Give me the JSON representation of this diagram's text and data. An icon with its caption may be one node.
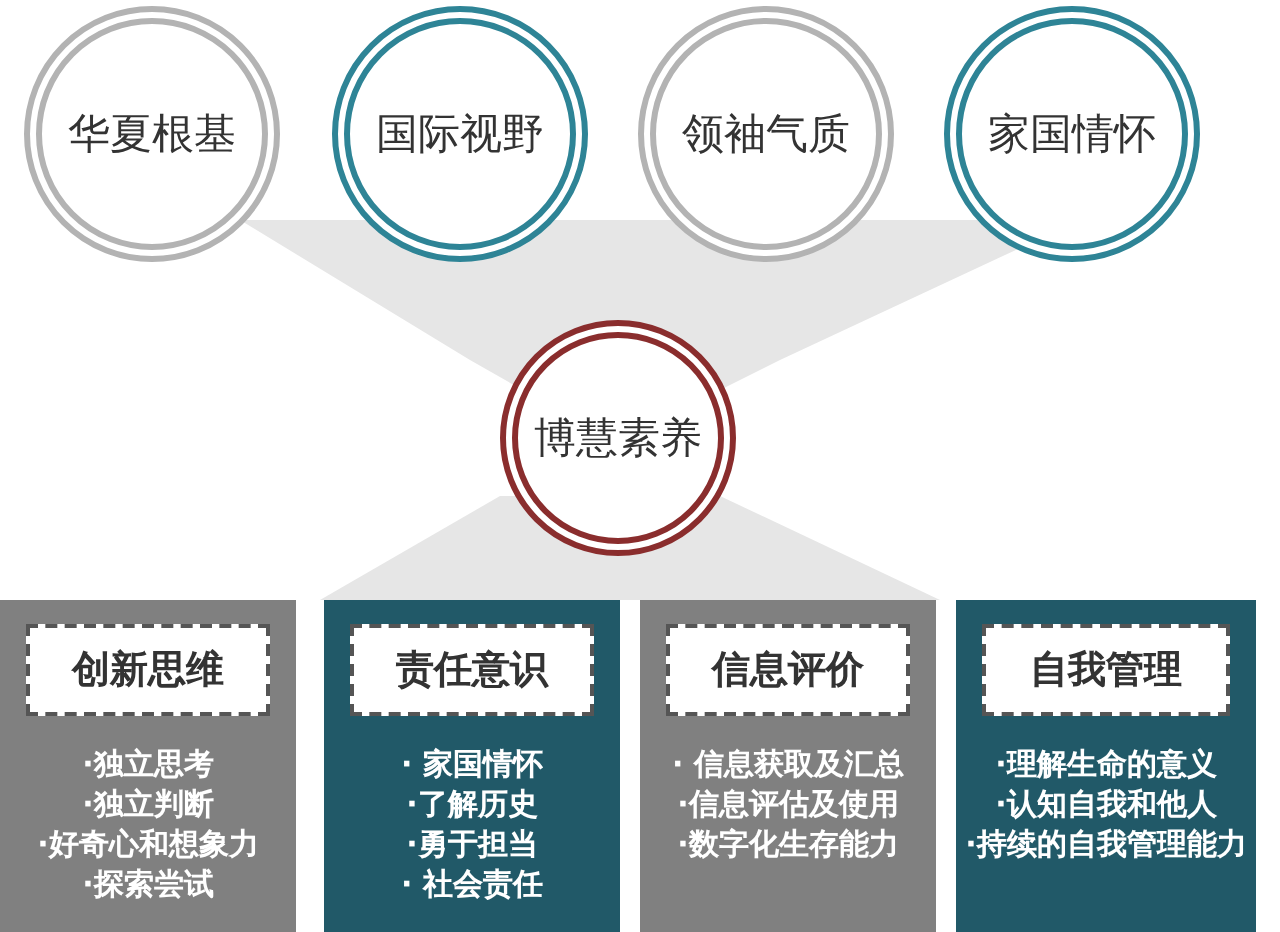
{
  "diagram": {
    "nodes": [
      {
        "text": [
          "华夏根基"
        ]
      },
      {
        "text": [
          "国际视野"
        ]
      },
      {
        "text": [
          "领袖气质"
        ]
      },
      {
        "text": [
          "家国情怀"
        ]
      },
      {
        "text": [
          "博慧素养"
        ]
      },
      {
        "text": [
          "·独立思考",
          "·独立判断",
          "·好奇心和想象力",
          "·探索尝试"
        ]
      },
      {
        "text": [
          "创新思维"
        ],
        "in": 5
      },
      {
        "text": [
          "· 家国情怀",
          "·了解历史",
          "·勇于担当",
          "· 社会责任"
        ]
      },
      {
        "text": [
          "责任意识"
        ],
        "in": 7
      },
      {
        "text": [
          "· 信息获取及汇总",
          "·信息评估及使用",
          "·数字化生存能力"
        ]
      },
      {
        "text": [
          "信息评价"
        ],
        "in": 9
      },
      {
        "text": [
          "·理解生命的意义",
          "·认知自我和他人",
          "·持续的自我管理能力"
        ]
      },
      {
        "text": [
          "自我管理"
        ],
        "in": 11
      }
    ],
    "edges": []
  }
}
